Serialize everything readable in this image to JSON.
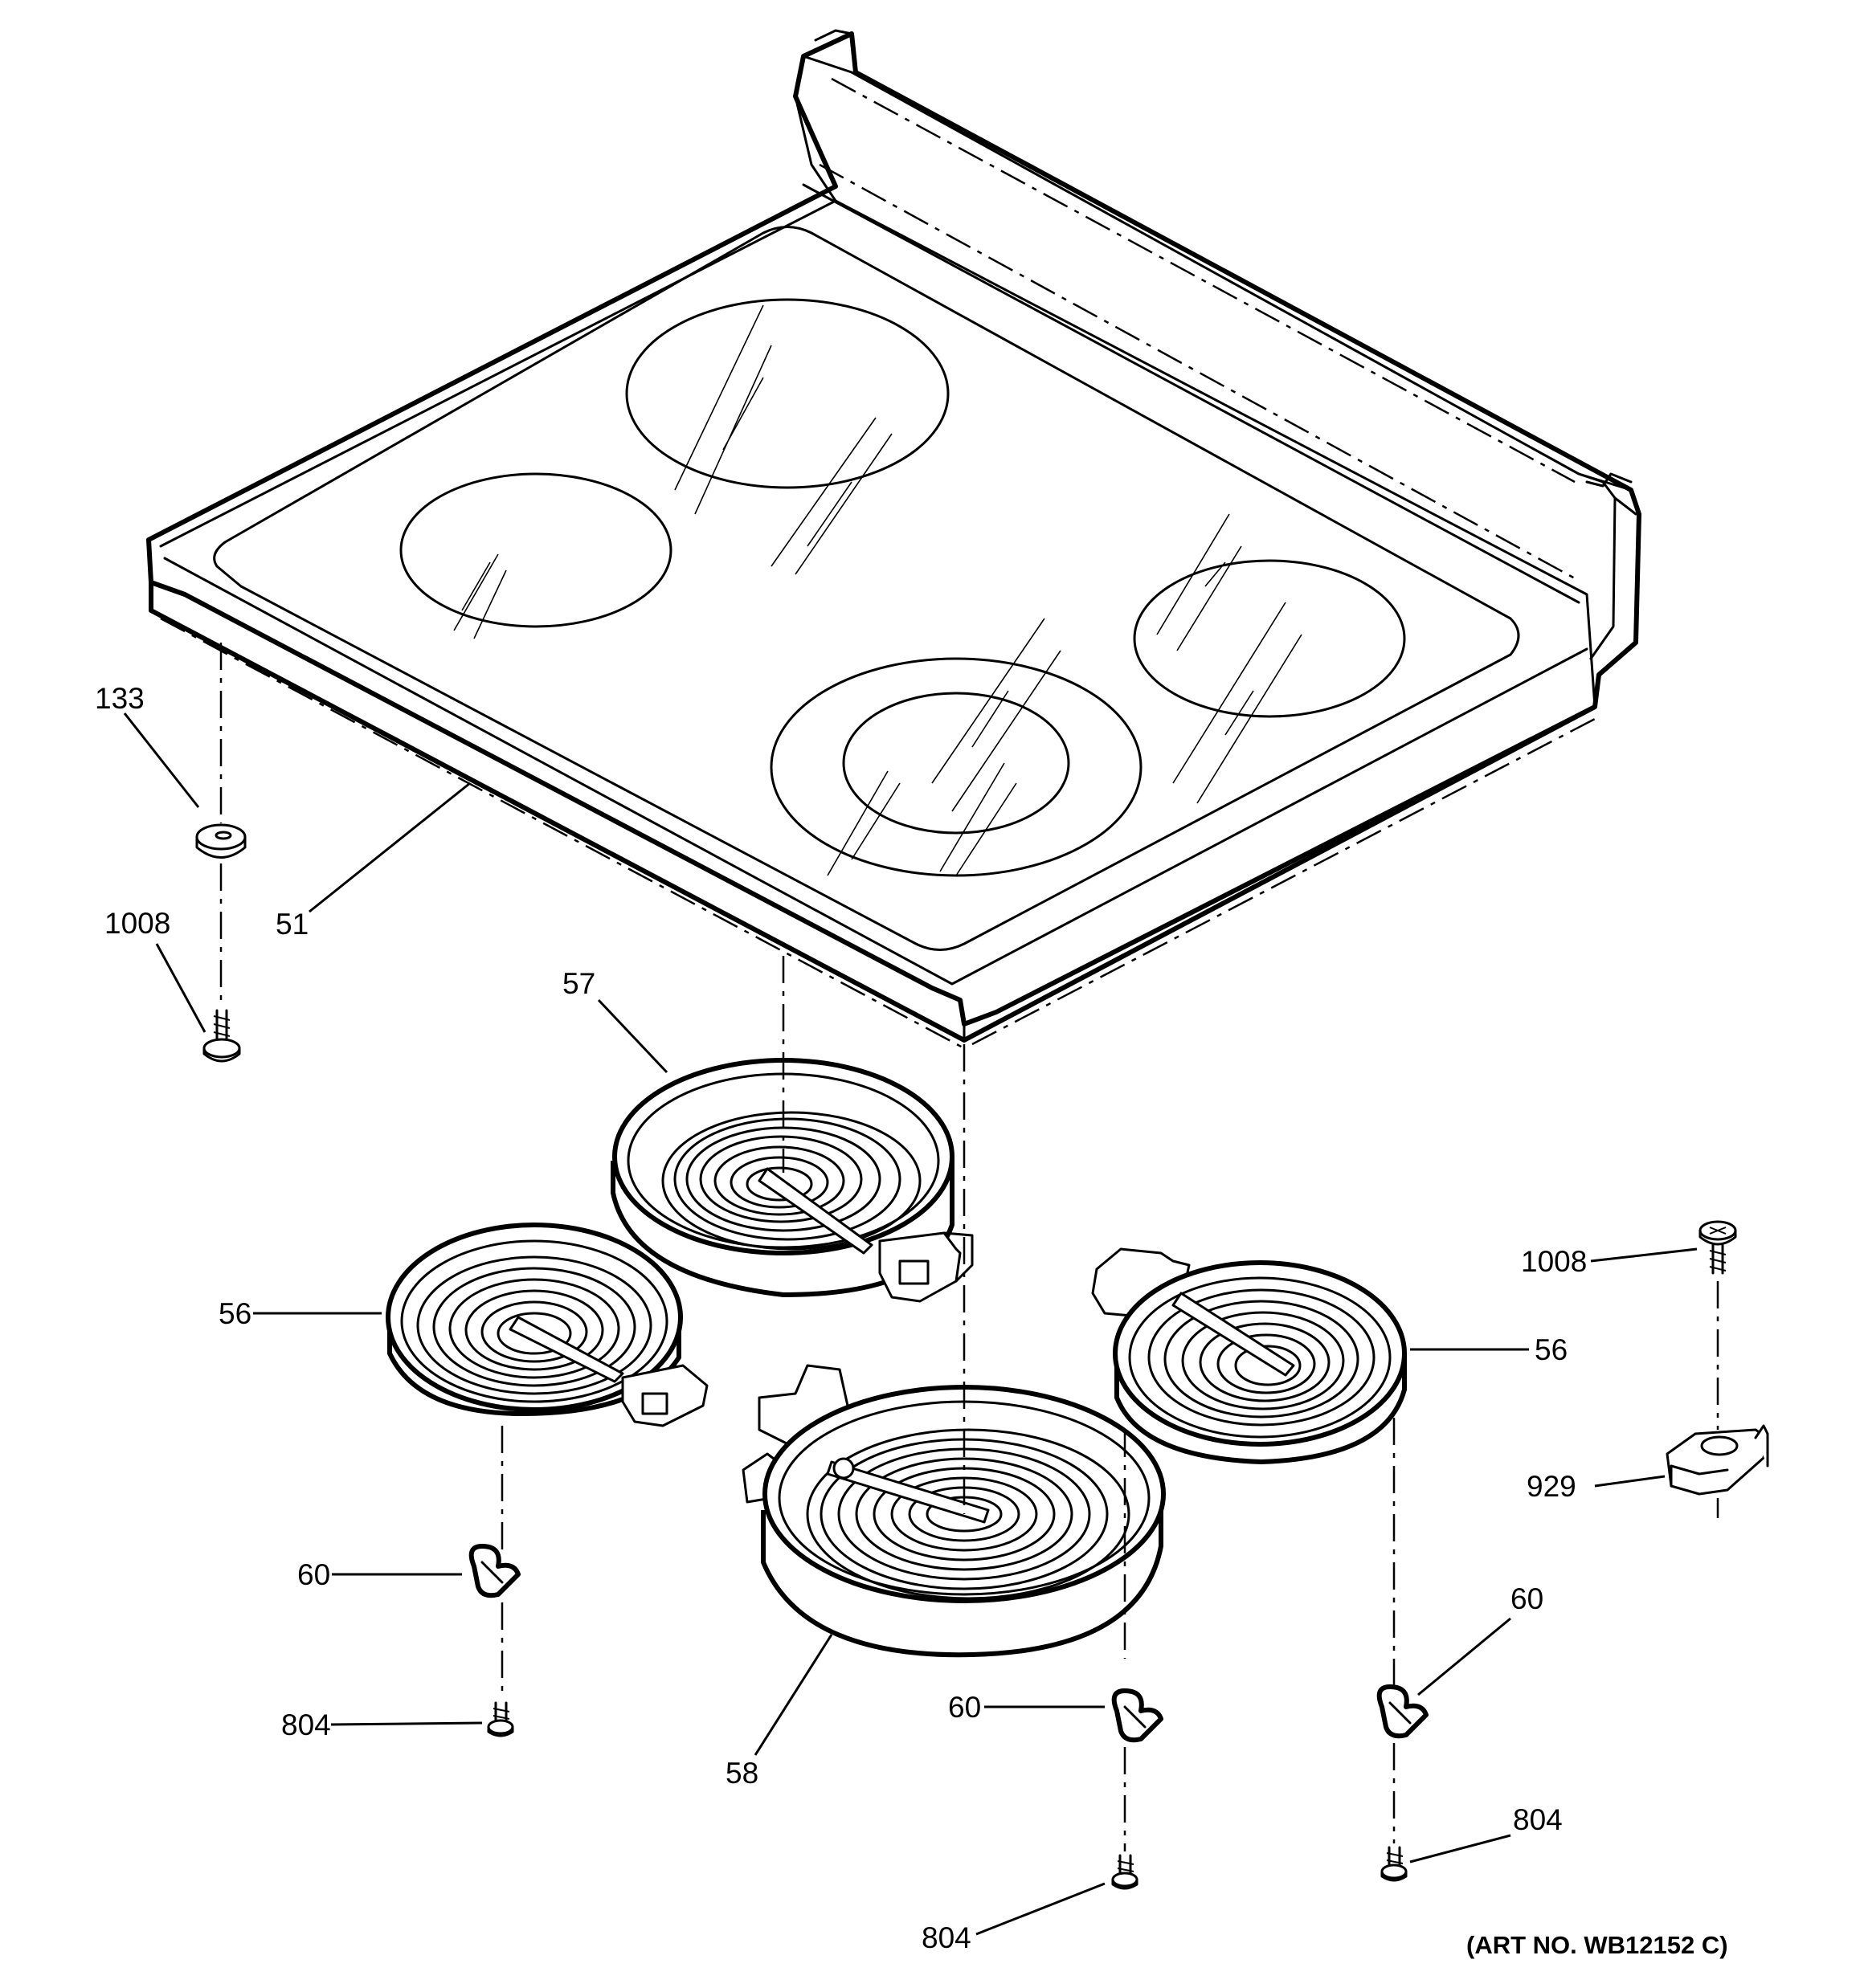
{
  "callouts": {
    "c133": "133",
    "c1008_left": "1008",
    "c51": "51",
    "c57": "57",
    "c56_left": "56",
    "c60_left": "60",
    "c804_left": "804",
    "c58": "58",
    "c60_center": "60",
    "c804_center": "804",
    "c1008_right": "1008",
    "c56_right": "56",
    "c929": "929",
    "c60_right": "60",
    "c804_right": "804"
  },
  "art_number": "(ART NO. WB12152 C)"
}
